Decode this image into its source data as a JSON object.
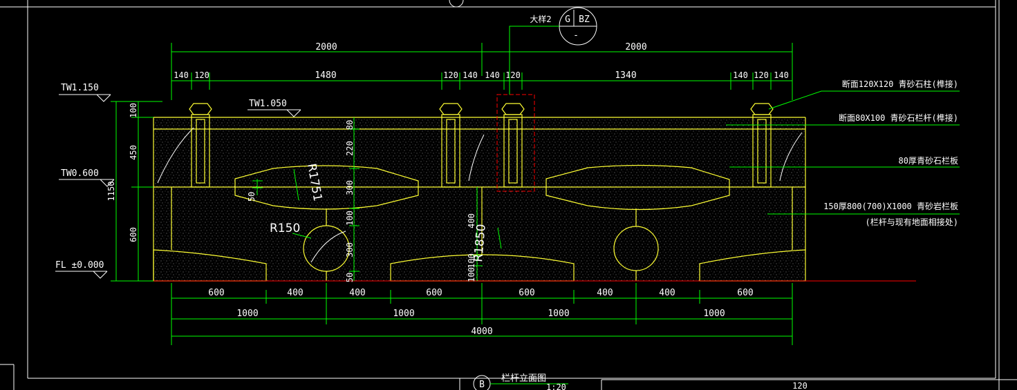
{
  "drawing": {
    "title": "栏杆立面图",
    "title_circle": "B",
    "title_scale": "1:20",
    "top_circle_letters": "G",
    "top_circle_code": "BZ",
    "top_circle_dash": "-",
    "top_callout": "大样2",
    "bottom_right_dim": "120"
  },
  "levels": {
    "tw1150": "TW1.150",
    "tw1050": "TW1.050",
    "tw0600": "TW0.600",
    "fl": "FL ±0.000"
  },
  "top_dims": {
    "overall_left": "2000",
    "overall_right": "2000",
    "seg": [
      "140",
      "120",
      "1480",
      "120",
      "140",
      "140",
      "120",
      "1340",
      "140",
      "120",
      "140"
    ]
  },
  "left_dims": {
    "d100": "100",
    "d450": "450",
    "d600": "600",
    "d1150": "1150"
  },
  "inner_dims": {
    "v80": "80",
    "v220": "220",
    "v300": "300",
    "v100": "100",
    "v300b": "300",
    "v50": "50",
    "v50b": "50",
    "v400": "400",
    "v100b": "100",
    "v100c": "100",
    "r1751": "R1751",
    "r150": "R150",
    "r1850": "R1850"
  },
  "bottom_dims": {
    "row1": [
      "600",
      "400",
      "400",
      "600",
      "600",
      "400",
      "400",
      "600"
    ],
    "row2": [
      "1000",
      "1000",
      "1000",
      "1000"
    ],
    "total": "4000"
  },
  "notes": [
    "断面120X120 青砂石柱(榫接)",
    "断面80X100 青砂石栏杆(榫接)",
    "80厚青砂石栏板",
    "150厚800(700)X1000 青砂岩栏板",
    "(栏杆与现有地面相接处)"
  ],
  "colors": {
    "dim": "#00ff00",
    "outline": "#ffff33",
    "text": "#ffffff",
    "highlight": "#ff0000"
  }
}
